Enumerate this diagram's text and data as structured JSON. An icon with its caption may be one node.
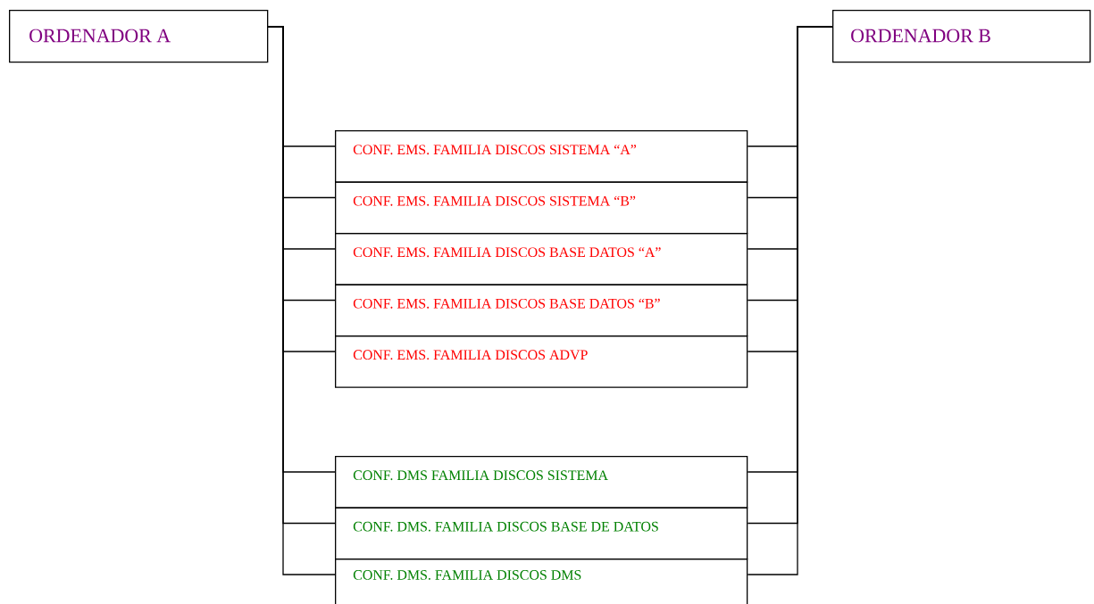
{
  "diagram": {
    "nodes": [
      {
        "text": [
          "ORDENADOR A"
        ]
      },
      {
        "text": [
          "ORDENADOR B"
        ]
      },
      {
        "text": [
          "CONF. EMS. FAMILIA DISCOS SISTEMA “A”"
        ]
      },
      {
        "text": [
          "CONF. EMS. FAMILIA DISCOS SISTEMA “B”"
        ]
      },
      {
        "text": [
          "CONF. EMS. FAMILIA DISCOS BASE DATOS “A”"
        ]
      },
      {
        "text": [
          "CONF. EMS. FAMILIA DISCOS BASE DATOS “B”"
        ]
      },
      {
        "text": [
          "CONF. EMS. FAMILIA DISCOS ADVP"
        ]
      },
      {
        "text": [
          "CONF. DMS FAMILIA DISCOS SISTEMA"
        ]
      },
      {
        "text": [
          "CONF. DMS. FAMILIA DISCOS BASE DE DATOS"
        ]
      },
      {
        "text": [
          "CONF. DMS. FAMILIA DISCOS DMS"
        ]
      }
    ],
    "edges": [
      {
        "from": 0,
        "to": 2,
        "arrow": "none"
      },
      {
        "from": 0,
        "to": 3,
        "arrow": "none"
      },
      {
        "from": 0,
        "to": 4,
        "arrow": "none"
      },
      {
        "from": 0,
        "to": 5,
        "arrow": "none"
      },
      {
        "from": 0,
        "to": 6,
        "arrow": "none"
      },
      {
        "from": 0,
        "to": 7,
        "arrow": "none"
      },
      {
        "from": 0,
        "to": 8,
        "arrow": "none"
      },
      {
        "from": 0,
        "to": 9,
        "arrow": "none"
      },
      {
        "from": 1,
        "to": 2,
        "arrow": "none"
      },
      {
        "from": 1,
        "to": 3,
        "arrow": "none"
      },
      {
        "from": 1,
        "to": 4,
        "arrow": "none"
      },
      {
        "from": 1,
        "to": 5,
        "arrow": "none"
      },
      {
        "from": 1,
        "to": 6,
        "arrow": "none"
      },
      {
        "from": 1,
        "to": 7,
        "arrow": "none"
      },
      {
        "from": 1,
        "to": 8,
        "arrow": "none"
      },
      {
        "from": 1,
        "to": 9,
        "arrow": "none"
      }
    ]
  }
}
